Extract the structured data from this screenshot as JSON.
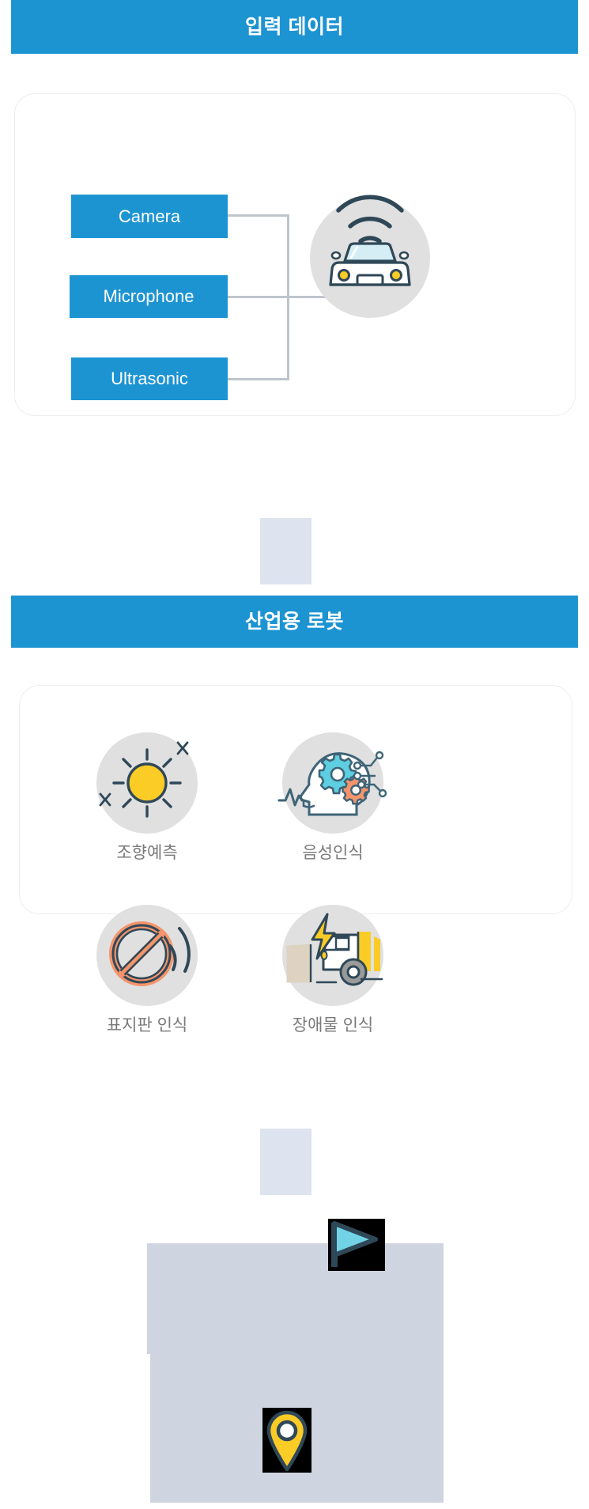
{
  "page": {
    "background": "#ffffff",
    "accent_blue": "#1d94d2",
    "icon_circle_gray": "#e0e0e0",
    "connector_gray": "#bfc5cc",
    "connector_block_color": "#dde3ef",
    "placeholder_panel_color": "#ced4e0",
    "label_gray": "#7a7a7a"
  },
  "sections": [
    {
      "id": "input-data",
      "header_title": "입력 데이터",
      "sources": [
        {
          "label": "Camera"
        },
        {
          "label": "Microphone"
        },
        {
          "label": "Ultrasonic"
        }
      ],
      "target_icon": "connected-car-icon"
    },
    {
      "id": "industrial-robot",
      "header_title": "산업용 로봇",
      "features": [
        {
          "label": "조향예측",
          "icon": "sun-icon"
        },
        {
          "label": "음성인식",
          "icon": "ai-head-gears-icon"
        },
        {
          "label": "표지판 인식",
          "icon": "prohibition-sign-waves-icon"
        },
        {
          "label": "장애물 인식",
          "icon": "electric-truck-icon"
        }
      ]
    }
  ],
  "bottom": {
    "broken_images": [
      {
        "icon": "flag-icon",
        "color": "#72d3e6"
      },
      {
        "icon": "map-pin-icon",
        "color": "#fbcb26"
      }
    ]
  }
}
